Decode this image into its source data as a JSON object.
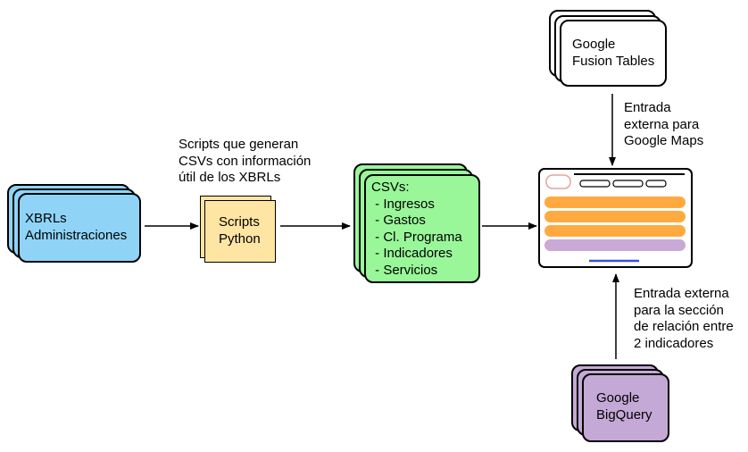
{
  "colors": {
    "xbrl": "#8fd4f7",
    "scripts": "#ffe5a3",
    "csv": "#99f799",
    "fusion": "#ffffff",
    "bigquery": "#c4a9d6",
    "app_orange": "#ffaa40",
    "app_purple": "#c9a9d6",
    "app_red": "#e8a0a0",
    "app_blue": "#3b4fe0"
  },
  "nodes": {
    "xbrl": "XBRLs\nAdministraciones",
    "scripts": "Scripts\nPython",
    "csv": "CSVs:\n - Ingresos\n - Gastos\n - Cl. Programa\n - Indicadores\n - Servicios",
    "fusion": "Google\nFusion Tables",
    "bigquery": "Google\nBigQuery"
  },
  "annotations": {
    "scripts_note": "Scripts que generan\nCSVs con información\nútil de los XBRLs",
    "fusion_note": "Entrada\nexterna para\nGoogle Maps",
    "bigquery_note": "Entrada externa\npara la sección\nde relación entre\n2 indicadores"
  }
}
